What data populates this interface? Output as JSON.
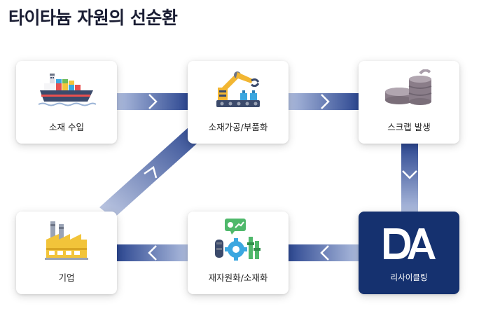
{
  "title": "타이타늄 자원의 선순환",
  "nodes": {
    "import": {
      "label": "소재 수입",
      "icon": "cargo-ship-icon"
    },
    "processing": {
      "label": "소재가공/부품화",
      "icon": "robot-arm-icon"
    },
    "scrap": {
      "label": "스크랩 발생",
      "icon": "scrap-metal-icon"
    },
    "company": {
      "label": "기업",
      "icon": "factory-icon"
    },
    "recycle": {
      "label": "재자원화/소재화",
      "icon": "gears-chart-icon"
    },
    "recycling_co": {
      "label": "리사이클링",
      "logo_text": "DA",
      "icon": "da-logo-icon"
    }
  },
  "colors": {
    "arrow_light": "#aab8da",
    "arrow_dark": "#2b4690",
    "logo_bg": "#15316f"
  }
}
